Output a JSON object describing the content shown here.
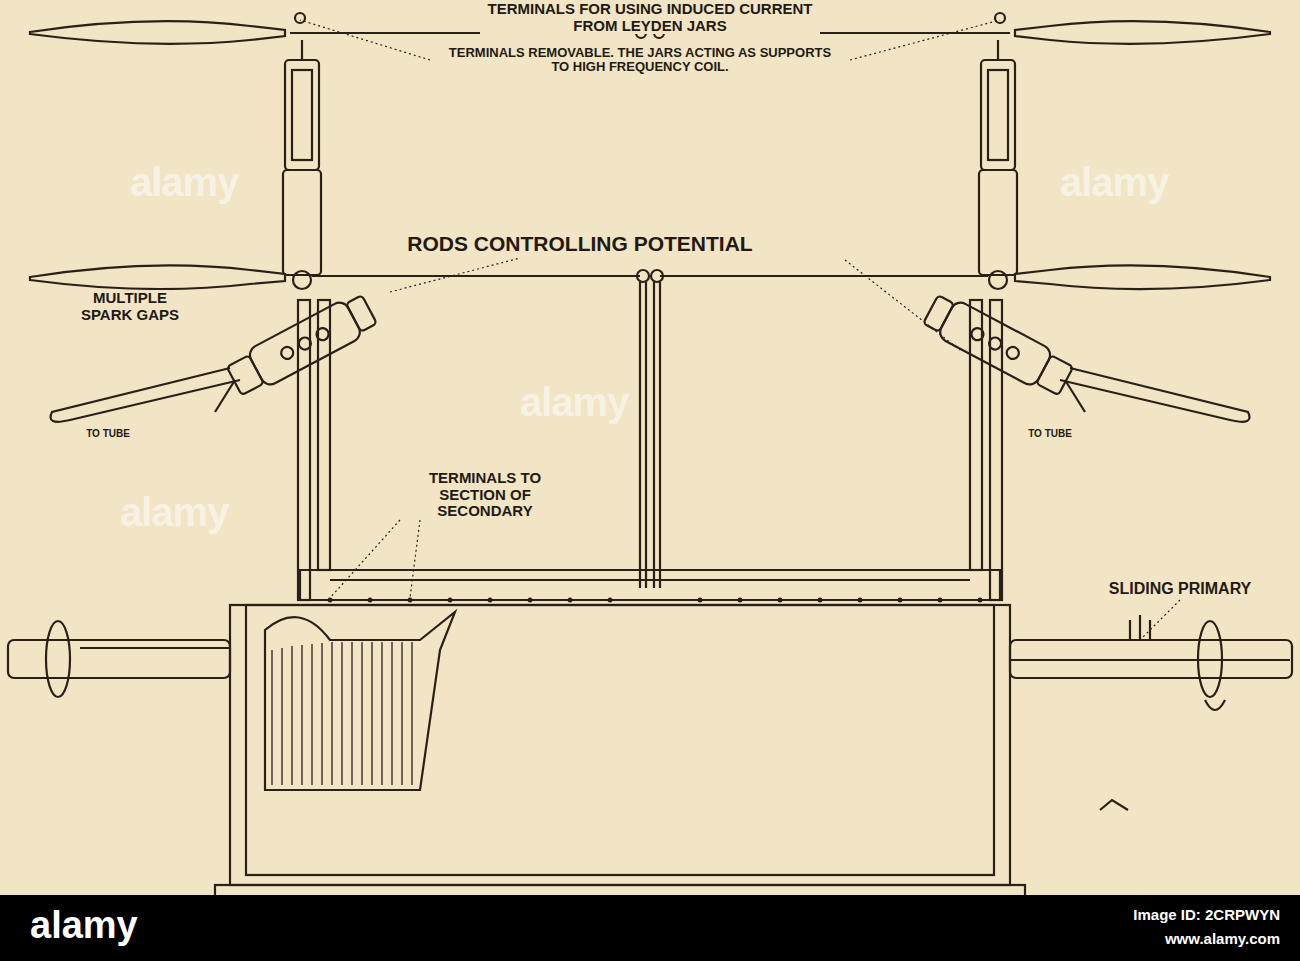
{
  "diagram": {
    "labels": [
      "TERMINALS FOR USING INDUCED CURRENT FROM LEYDEN JARS",
      "TERMINALS REMOVABLE. THE JARS ACTING AS SUPPORTS TO HIGH FREQUENCY COIL.",
      "RODS CONTROLLING POTENTIAL",
      "MULTIPLE SPARK GAPS",
      "TO TUBE",
      "TO TUBE",
      "TERMINALS TO SECTION OF SECONDARY",
      "SLIDING PRIMARY",
      "alamy",
      "alamy",
      "alamy",
      "alamy",
      "alamy",
      "Image ID: 2CRPWYN",
      "www.alamy.com"
    ]
  }
}
